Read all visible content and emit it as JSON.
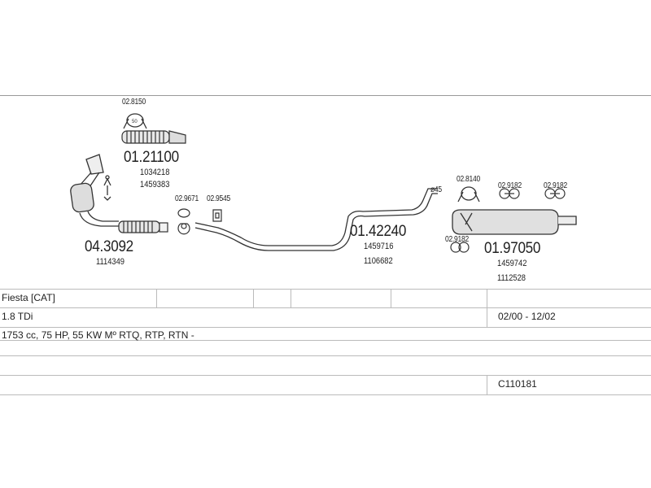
{
  "diagram": {
    "parts": {
      "clamp_top": "02.8150",
      "flex_pipe": {
        "number": "01.21100",
        "oe1": "1034218",
        "oe2": "1459383"
      },
      "catalyst": {
        "number": "04.3092",
        "oe1": "1114349"
      },
      "gasket_a": "02.9671",
      "hanger_a": "02.9545",
      "middle_pipe": {
        "number": "01.42240",
        "oe1": "1459716",
        "oe2": "1106682"
      },
      "diameter": "ø45",
      "clamp_rear": "02.8140",
      "rubber_1": "02.9182",
      "rubber_2": "02.9182",
      "rubber_3": "02.9182",
      "rear_silencer": {
        "number": "01.97050",
        "oe1": "1459742",
        "oe2": "1112528"
      }
    }
  },
  "info": {
    "model": "Fiesta  [CAT]",
    "engine": "1.8 TDi",
    "period": "02/00 - 12/02",
    "spec": "1753 cc, 75 HP, 55 KW  Mº RTQ, RTP, RTN -",
    "code": "C110181"
  }
}
